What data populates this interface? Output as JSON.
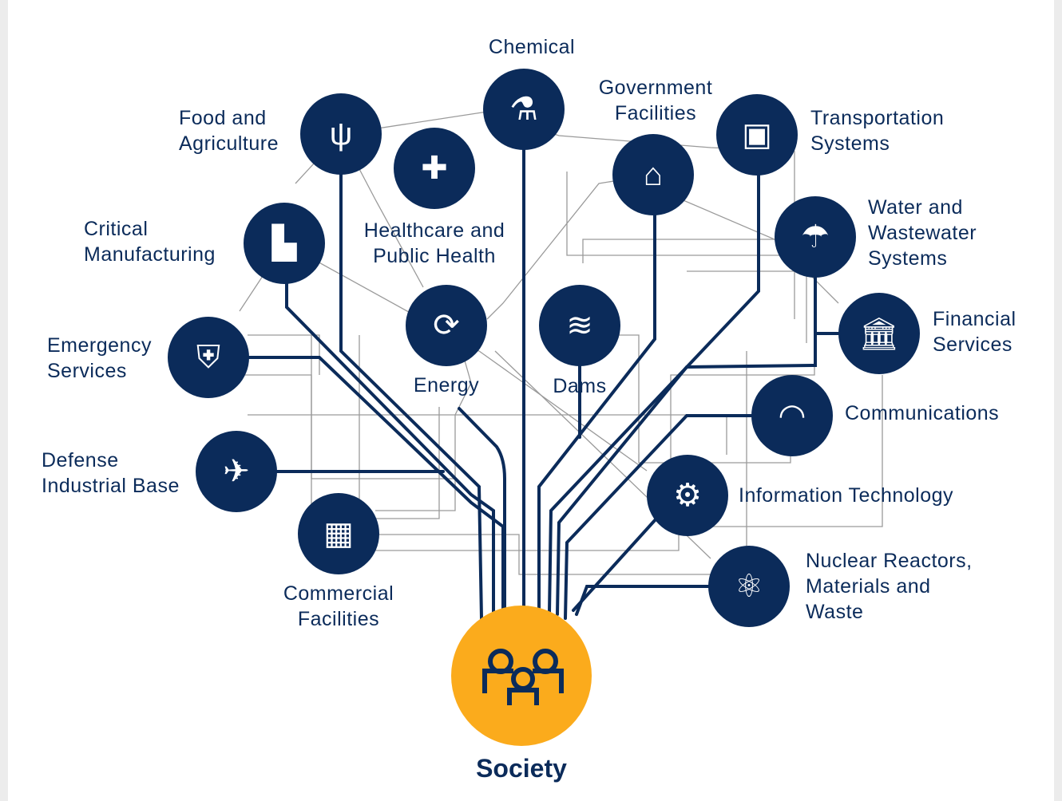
{
  "title": "Society",
  "colors": {
    "node": "#0b2b5a",
    "center": "#fbab1c",
    "thin_line": "#9a9a9a"
  },
  "nodes": [
    {
      "id": "chemical",
      "label": "Chemical",
      "icon": "flask-icon",
      "glyph": "⚗"
    },
    {
      "id": "food",
      "label": "Food and\nAgriculture",
      "icon": "wheat-icon",
      "glyph": "ψ"
    },
    {
      "id": "healthcare",
      "label": "Healthcare and\nPublic Health",
      "icon": "medical-kit-icon",
      "glyph": "✚"
    },
    {
      "id": "government",
      "label": "Government\nFacilities",
      "icon": "capitol-icon",
      "glyph": "⌂"
    },
    {
      "id": "transportation",
      "label": "Transportation\nSystems",
      "icon": "train-icon",
      "glyph": "▣"
    },
    {
      "id": "water",
      "label": "Water and\nWastewater\nSystems",
      "icon": "faucet-hand-icon",
      "glyph": "☂"
    },
    {
      "id": "critical",
      "label": "Critical\nManufacturing",
      "icon": "factory-icon",
      "glyph": "▙"
    },
    {
      "id": "energy",
      "label": "Energy",
      "icon": "battery-cycle-icon",
      "glyph": "⟳"
    },
    {
      "id": "dams",
      "label": "Dams",
      "icon": "waves-icon",
      "glyph": "≋"
    },
    {
      "id": "financial",
      "label": "Financial\nServices",
      "icon": "bank-icon",
      "glyph": "🏛"
    },
    {
      "id": "emergency",
      "label": "Emergency\nServices",
      "icon": "shield-icon",
      "glyph": "⛨"
    },
    {
      "id": "communications",
      "label": "Communications",
      "icon": "wifi-icon",
      "glyph": "◠"
    },
    {
      "id": "defense",
      "label": "Defense\nIndustrial Base",
      "icon": "airplane-icon",
      "glyph": "✈"
    },
    {
      "id": "it",
      "label": "Information Technology",
      "icon": "monitor-gear-icon",
      "glyph": "⚙"
    },
    {
      "id": "commercial",
      "label": "Commercial\nFacilities",
      "icon": "building-icon",
      "glyph": "▦"
    },
    {
      "id": "nuclear",
      "label": "Nuclear Reactors,\nMaterials and\nWaste",
      "icon": "atom-icon",
      "glyph": "⚛"
    }
  ]
}
